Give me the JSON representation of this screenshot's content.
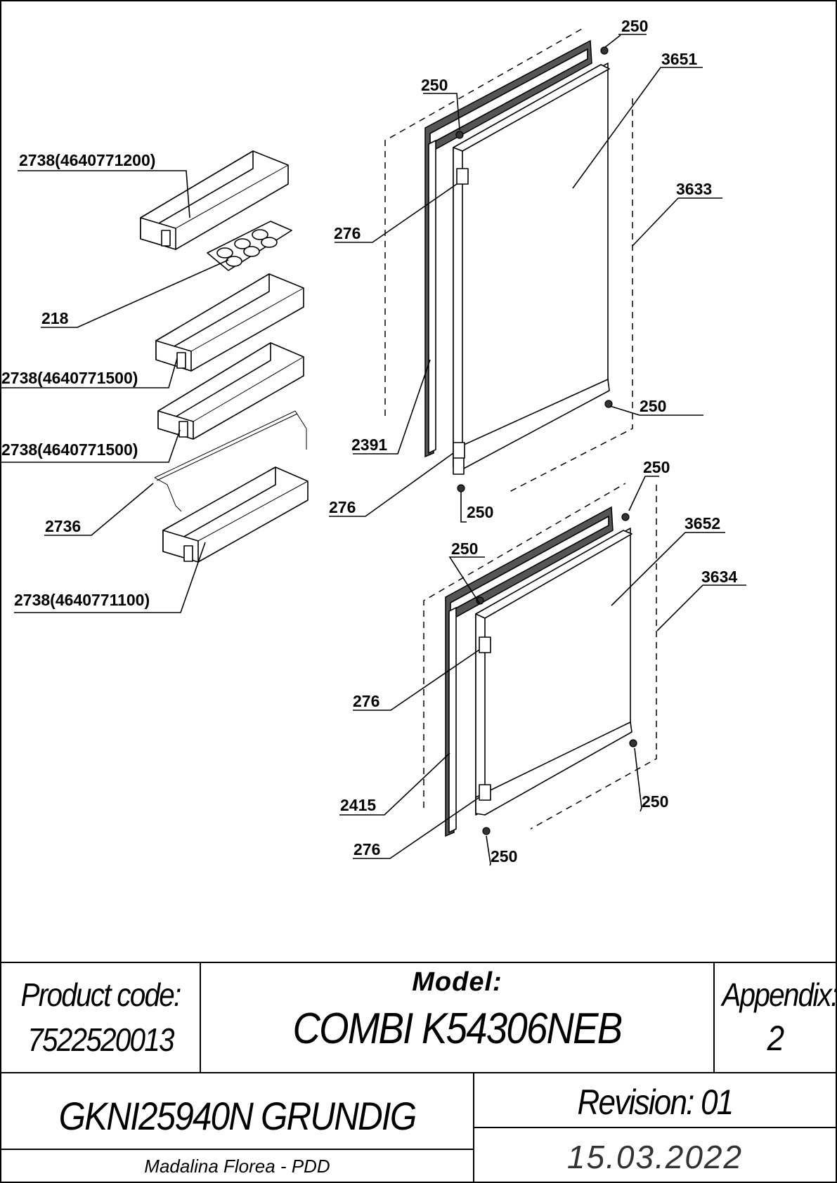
{
  "callouts": [
    {
      "id": "c1",
      "text": "250"
    },
    {
      "id": "c2",
      "text": "3651"
    },
    {
      "id": "c3",
      "text": "250"
    },
    {
      "id": "c4",
      "text": "2738(4640771200)"
    },
    {
      "id": "c5",
      "text": "3633"
    },
    {
      "id": "c6",
      "text": "276"
    },
    {
      "id": "c7",
      "text": "218"
    },
    {
      "id": "c8",
      "text": "2738(4640771500)"
    },
    {
      "id": "c9",
      "text": "250"
    },
    {
      "id": "c10",
      "text": "2738(4640771500)"
    },
    {
      "id": "c11",
      "text": "2391"
    },
    {
      "id": "c12",
      "text": "250"
    },
    {
      "id": "c13",
      "text": "276"
    },
    {
      "id": "c14",
      "text": "250"
    },
    {
      "id": "c15",
      "text": "2736"
    },
    {
      "id": "c16",
      "text": "3652"
    },
    {
      "id": "c17",
      "text": "250"
    },
    {
      "id": "c18",
      "text": "3634"
    },
    {
      "id": "c19",
      "text": "2738(4640771100)"
    },
    {
      "id": "c20",
      "text": "276"
    },
    {
      "id": "c21",
      "text": "2415"
    },
    {
      "id": "c22",
      "text": "250"
    },
    {
      "id": "c23",
      "text": "276"
    },
    {
      "id": "c24",
      "text": "250"
    }
  ],
  "title_block": {
    "product_code_label": "Product code:",
    "product_code": "7522520013",
    "model_label": "Model:",
    "model": "COMBI K54306NEB",
    "appendix_label": "Appendix:",
    "appendix": "2",
    "product_name": "GKNI25940N GRUNDIG",
    "revision": "Revision: 01",
    "author": "Madalina Florea - PDD",
    "date": "15.03.2022"
  }
}
